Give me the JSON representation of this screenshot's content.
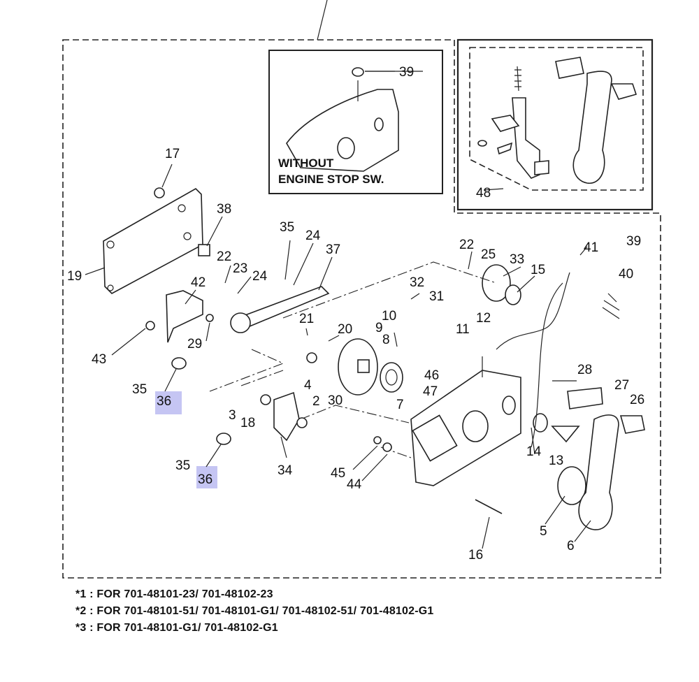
{
  "inset": {
    "line1": "WITHOUT",
    "line2": "ENGINE STOP SW."
  },
  "part_labels": {
    "p2": "2",
    "p3": "3",
    "p4": "4",
    "p5": "5",
    "p6": "6",
    "p7": "7",
    "p8": "8",
    "p9": "9",
    "p10": "10",
    "p11": "11",
    "p12": "12",
    "p13": "13",
    "p14": "14",
    "p15": "15",
    "p16": "16",
    "p17": "17",
    "p18": "18",
    "p19": "19",
    "p20": "20",
    "p21": "21",
    "p22a": "22",
    "p22b": "22",
    "p23": "23",
    "p24a": "24",
    "p24b": "24",
    "p25": "25",
    "p26": "26",
    "p27": "27",
    "p28": "28",
    "p29": "29",
    "p30": "30",
    "p31": "31",
    "p32": "32",
    "p33": "33",
    "p34": "34",
    "p35a": "35",
    "p35b": "35",
    "p35c": "35",
    "p36a": "36",
    "p36b": "36",
    "p37": "37",
    "p38": "38",
    "p39a": "39",
    "p39b": "39",
    "p40": "40",
    "p41": "41",
    "p42": "42",
    "p43": "43",
    "p44": "44",
    "p45": "45",
    "p46": "46",
    "p47": "47",
    "p48": "48"
  },
  "footnotes": [
    "*1 : FOR 701-48101-23/ 701-48102-23",
    "*2 : FOR 701-48101-51/ 701-48101-G1/ 701-48102-51/ 701-48102-G1",
    "*3 : FOR 701-48101-G1/ 701-48102-G1"
  ],
  "highlight_color": "#c5c5f3"
}
